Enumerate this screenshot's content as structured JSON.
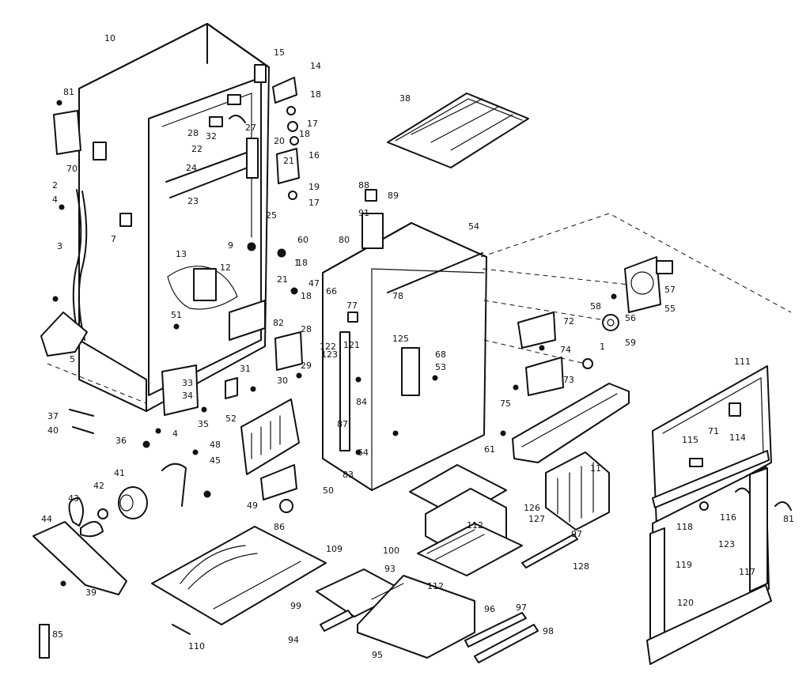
{
  "labels": [
    "10",
    "15",
    "14",
    "81",
    "18",
    "17",
    "18",
    "28",
    "27",
    "32",
    "22",
    "20",
    "21",
    "16",
    "24",
    "70",
    "19",
    "2",
    "23",
    "17",
    "4",
    "25",
    "3",
    "7",
    "1",
    "88",
    "89",
    "38",
    "91",
    "13",
    "12",
    "60",
    "80",
    "54",
    "9",
    "18",
    "21",
    "47",
    "18",
    "66",
    "77",
    "78",
    "51",
    "82",
    "28",
    "72",
    "57",
    "58",
    "55",
    "56",
    "59",
    "5",
    "122",
    "121",
    "125",
    "68",
    "74",
    "123",
    "29",
    "53",
    "31",
    "30",
    "73",
    "33",
    "34",
    "1",
    "37",
    "35",
    "52",
    "84",
    "75",
    "40",
    "4",
    "36",
    "87",
    "48",
    "61",
    "45",
    "43",
    "64",
    "83",
    "50",
    "111",
    "49",
    "41",
    "42",
    "86",
    "71",
    "115",
    "114",
    "11",
    "126",
    "127",
    "118",
    "116",
    "123",
    "81",
    "112",
    "44",
    "97",
    "100",
    "109",
    "128",
    "119",
    "117",
    "39",
    "93",
    "112",
    "99",
    "96",
    "97",
    "94",
    "95",
    "98",
    "120",
    "85",
    "110"
  ]
}
